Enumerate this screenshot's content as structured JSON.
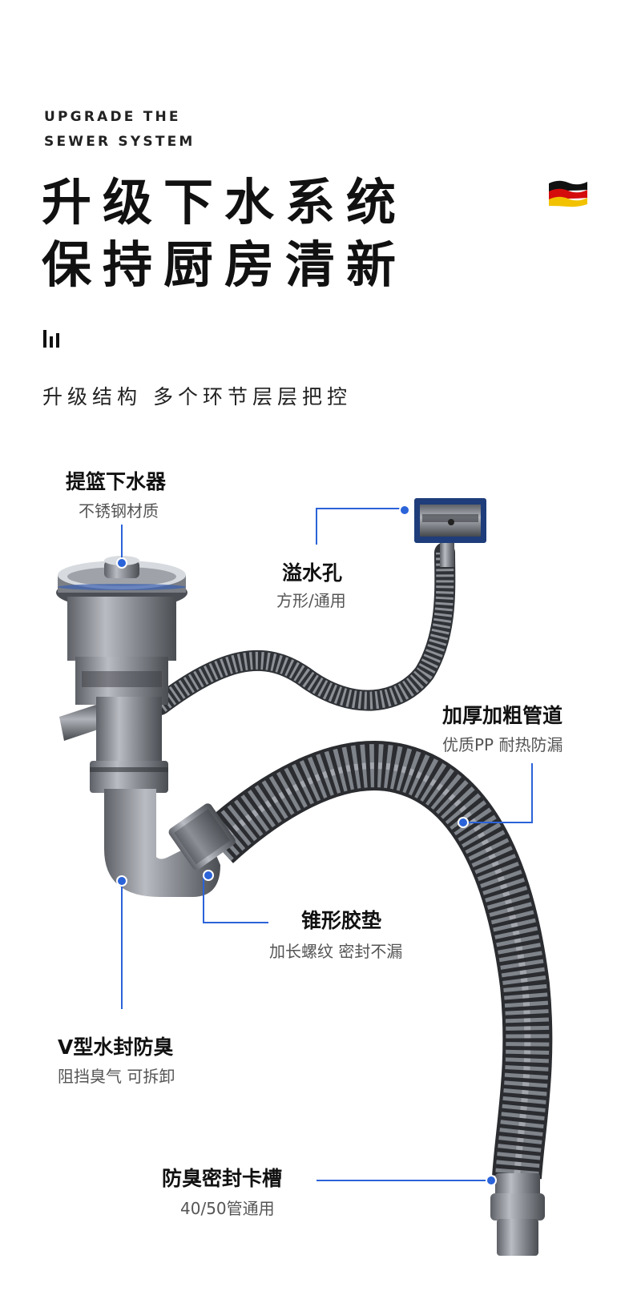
{
  "header": {
    "en_line1": "UPGRADE THE",
    "en_line2": "SEWER SYSTEM",
    "title_line1": "升级下水系统",
    "title_line2": "保持厨房清新",
    "subtitle": "升级结构 多个环节层层把控"
  },
  "flag": {
    "colors": [
      "#111111",
      "#d40c0c",
      "#f2c200"
    ]
  },
  "callouts": {
    "basket": {
      "title": "提篮下水器",
      "sub": "不锈钢材质"
    },
    "overflow": {
      "title": "溢水孔",
      "sub": "方形/通用"
    },
    "pipe": {
      "title": "加厚加粗管道",
      "sub": "优质PP 耐热防漏"
    },
    "gasket": {
      "title": "锥形胶垫",
      "sub": "加长螺纹 密封不漏"
    },
    "trap": {
      "title": "V型水封防臭",
      "sub": "阻挡臭气 可拆卸"
    },
    "seal": {
      "title": "防臭密封卡槽",
      "sub": "40/50管通用"
    }
  },
  "accent_color": "#2b63d9"
}
